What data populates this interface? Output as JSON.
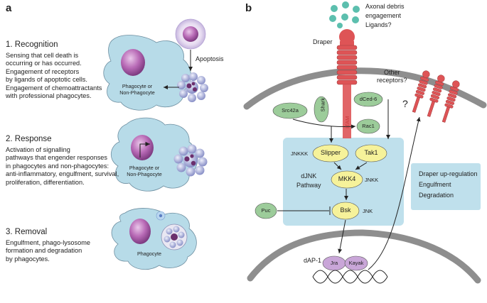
{
  "panel_a": {
    "letter": "a",
    "steps": [
      {
        "title": "1. Recognition",
        "lines": [
          "Sensing that cell death is",
          "occurring or has occurred.",
          "Engagement of receptors",
          "by ligands of apoptotic cells.",
          "Engagement of chemoattractants",
          "with professional phagocytes."
        ],
        "cell_label": [
          "Phagocyte or",
          "Non-Phagocyte"
        ]
      },
      {
        "title": "2. Response",
        "lines": [
          "Activation of signalling",
          "pathways that engender responses",
          "in phagocytes and non-phagocytes:",
          "anti-inflammatory, engulfment, survival,",
          "proliferation, differentiation."
        ],
        "cell_label": [
          "Phagocyte or",
          "Non-Phagocyte"
        ]
      },
      {
        "title": "3. Removal",
        "lines": [
          "Engulfment, phago-lysosome",
          "formation and degradation",
          "by phagocytes."
        ],
        "cell_label": [
          "Phagocyte"
        ]
      }
    ],
    "apoptosis_label": "Apoptosis"
  },
  "panel_b": {
    "letter": "b",
    "debris_lines": [
      "Axonal debris",
      "engagement",
      "Ligands?"
    ],
    "draper_label": "Draper",
    "other_receptors": [
      "Other",
      "receptors?"
    ],
    "question_mark": "?",
    "itam_label": "ITAM",
    "nodes": {
      "shark": "Shark",
      "src42a": "Src42a",
      "dced6": "dCed-6",
      "rac1": "Rac1",
      "slipper": "Slipper",
      "tak1": "Tak1",
      "mkk4": "MKK4",
      "bsk": "Bsk",
      "puc": "Puc",
      "jra": "Jra",
      "kayak": "Kayak"
    },
    "labels": {
      "jnkkk": "JNKKK",
      "jnkk": "JNKK",
      "jnk": "JNK",
      "pathway": [
        "dJNK",
        "Pathway"
      ],
      "dap1": "dAP-1"
    },
    "outcomes": [
      "Draper up-regulation",
      "Engulfment",
      "Degradation"
    ]
  },
  "colors": {
    "cell_fill": "#b7dbe8",
    "pathway_box": "#bfe0ec",
    "node_green": "#9ccc9a",
    "node_yellow": "#f6f29a",
    "node_purple": "#c9a6d8",
    "draper_red": "#de5456",
    "membrane_grey": "#8e8e8e",
    "debris_teal": "#5cbfae",
    "nucleus_purple": "#b060ae"
  }
}
